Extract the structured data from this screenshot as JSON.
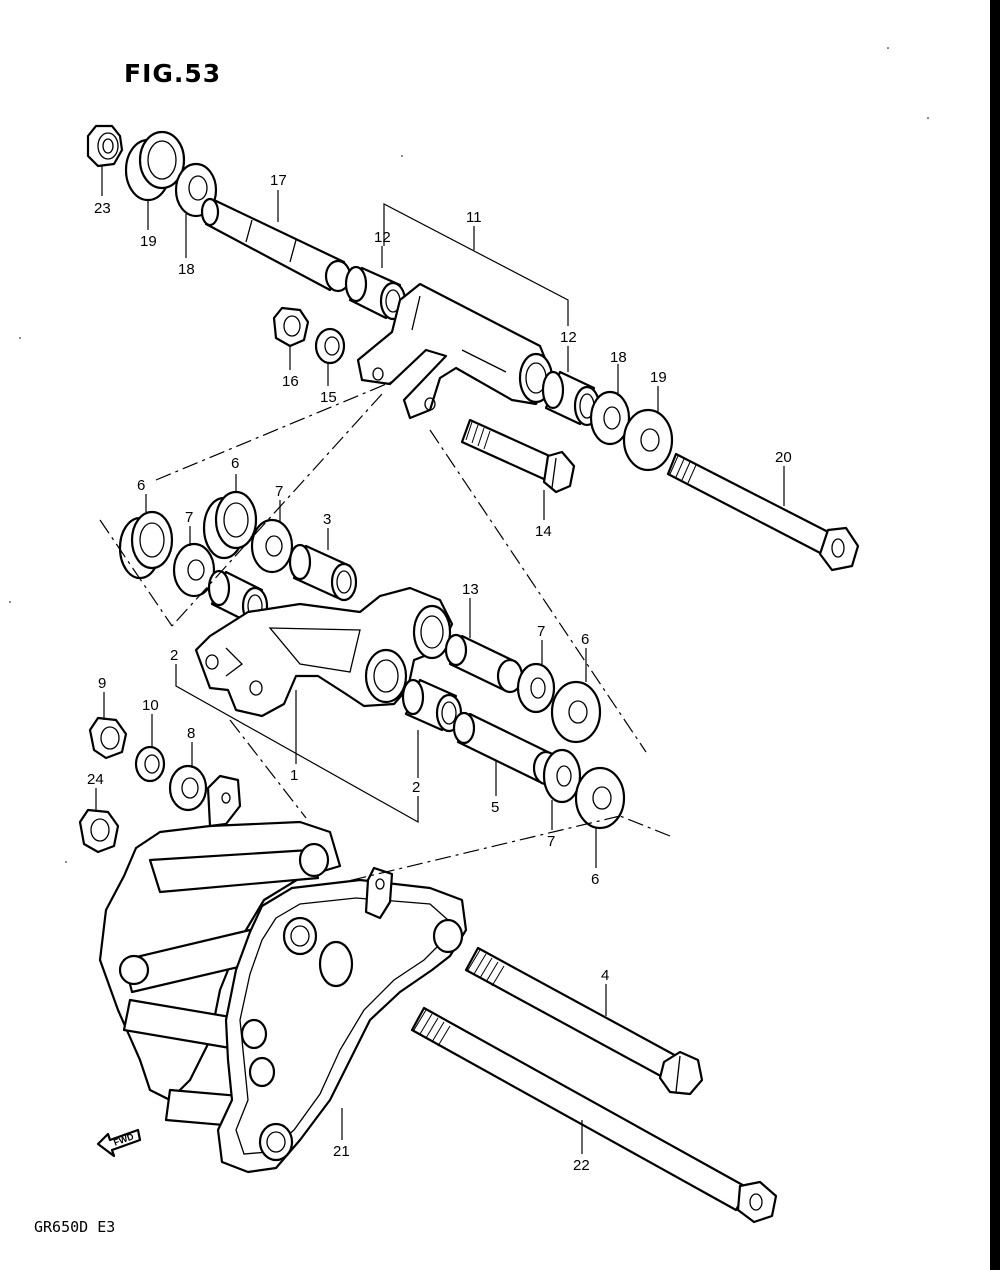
{
  "figure": {
    "title": "FIG.53",
    "model_code": "GR650D E3",
    "direction_label": "FWD"
  },
  "callouts": [
    {
      "id": "1",
      "label": "1"
    },
    {
      "id": "2a",
      "label": "2"
    },
    {
      "id": "2b",
      "label": "2"
    },
    {
      "id": "3",
      "label": "3"
    },
    {
      "id": "4",
      "label": "4"
    },
    {
      "id": "5",
      "label": "5"
    },
    {
      "id": "6a",
      "label": "6"
    },
    {
      "id": "6b",
      "label": "6"
    },
    {
      "id": "6c",
      "label": "6"
    },
    {
      "id": "6d",
      "label": "6"
    },
    {
      "id": "7a",
      "label": "7"
    },
    {
      "id": "7b",
      "label": "7"
    },
    {
      "id": "7c",
      "label": "7"
    },
    {
      "id": "7d",
      "label": "7"
    },
    {
      "id": "8",
      "label": "8"
    },
    {
      "id": "9",
      "label": "9"
    },
    {
      "id": "10",
      "label": "10"
    },
    {
      "id": "11",
      "label": "11"
    },
    {
      "id": "12a",
      "label": "12"
    },
    {
      "id": "12b",
      "label": "12"
    },
    {
      "id": "13",
      "label": "13"
    },
    {
      "id": "14",
      "label": "14"
    },
    {
      "id": "15",
      "label": "15"
    },
    {
      "id": "16",
      "label": "16"
    },
    {
      "id": "17",
      "label": "17"
    },
    {
      "id": "18a",
      "label": "18"
    },
    {
      "id": "18b",
      "label": "18"
    },
    {
      "id": "19a",
      "label": "19"
    },
    {
      "id": "19b",
      "label": "19"
    },
    {
      "id": "20",
      "label": "20"
    },
    {
      "id": "21",
      "label": "21"
    },
    {
      "id": "22",
      "label": "22"
    },
    {
      "id": "23",
      "label": "23"
    },
    {
      "id": "24",
      "label": "24"
    }
  ]
}
